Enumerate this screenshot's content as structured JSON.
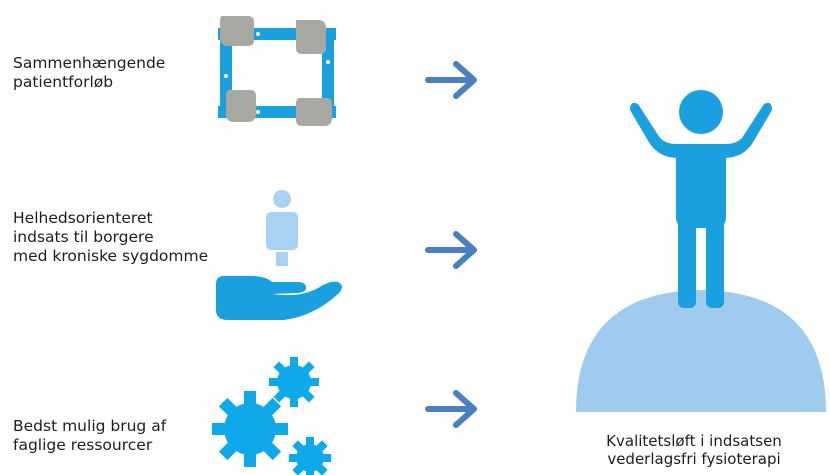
{
  "rows": [
    {
      "line1": "Sammenhængende",
      "line2": "patientforløb",
      "icon": "joined-hands-icon"
    },
    {
      "line1": "Helhedsorienteret",
      "line2": "indsats til borgere",
      "line3": "med kroniske sygdomme",
      "icon": "hand-holding-person-icon"
    },
    {
      "line1": "Bedst mulig brug af",
      "line2": "faglige ressourcer",
      "icon": "gears-icon"
    }
  ],
  "result": {
    "line1": "Kvalitetsløft i indsatsen",
    "line2": "vederlagsfri fysioterapi",
    "icon": "person-on-summit-icon"
  },
  "colors": {
    "accent_blue": "#1aa0de",
    "light_blue": "#a9d2f2",
    "hill_blue": "#9fcbef",
    "arrow_blue": "#4a7fc0",
    "gray_hand": "#a8a8a3",
    "gear_blue": "#0fa8e8"
  }
}
